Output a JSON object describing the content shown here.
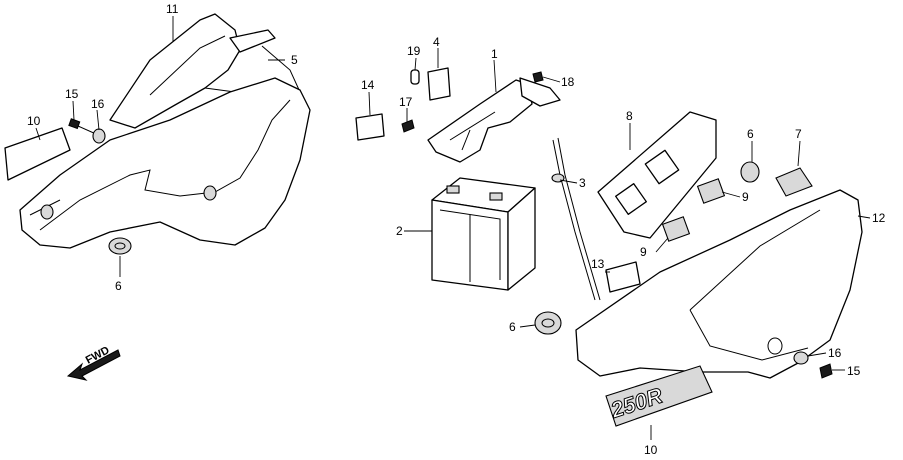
{
  "parts": {
    "p1": "1",
    "p2": "2",
    "p3": "3",
    "p4": "4",
    "p5": "5",
    "p6": "6",
    "p7": "7",
    "p8": "8",
    "p9": "9",
    "p10": "10",
    "p11": "11",
    "p12": "12",
    "p13": "13",
    "p14": "14",
    "p15": "15",
    "p16": "16",
    "p17": "17",
    "p18": "18",
    "p19": "19"
  },
  "fwd_label": "FWD",
  "emblem_text": "250R"
}
